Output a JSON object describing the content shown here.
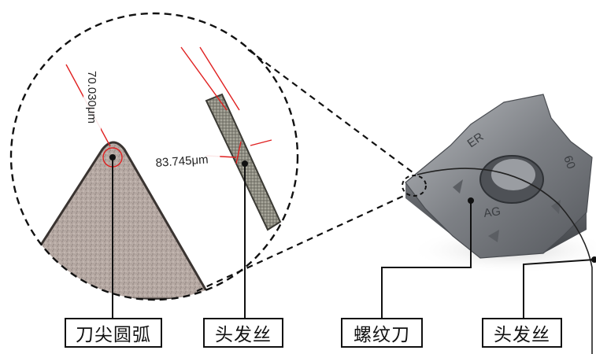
{
  "labels": {
    "tip_arc": "刀尖圆弧",
    "hair_left": "头发丝",
    "thread_tool": "螺纹刀",
    "hair_right": "头发丝"
  },
  "measurements": {
    "tip_radius": "70.030μm",
    "hair_width": "83.745μm"
  },
  "insert_markings": {
    "er": "ER",
    "ag": "AG",
    "sixty": "60"
  },
  "colors": {
    "dimension_line": "#e02020",
    "outline": "#111111",
    "insert_metal": "#8a8d92"
  }
}
